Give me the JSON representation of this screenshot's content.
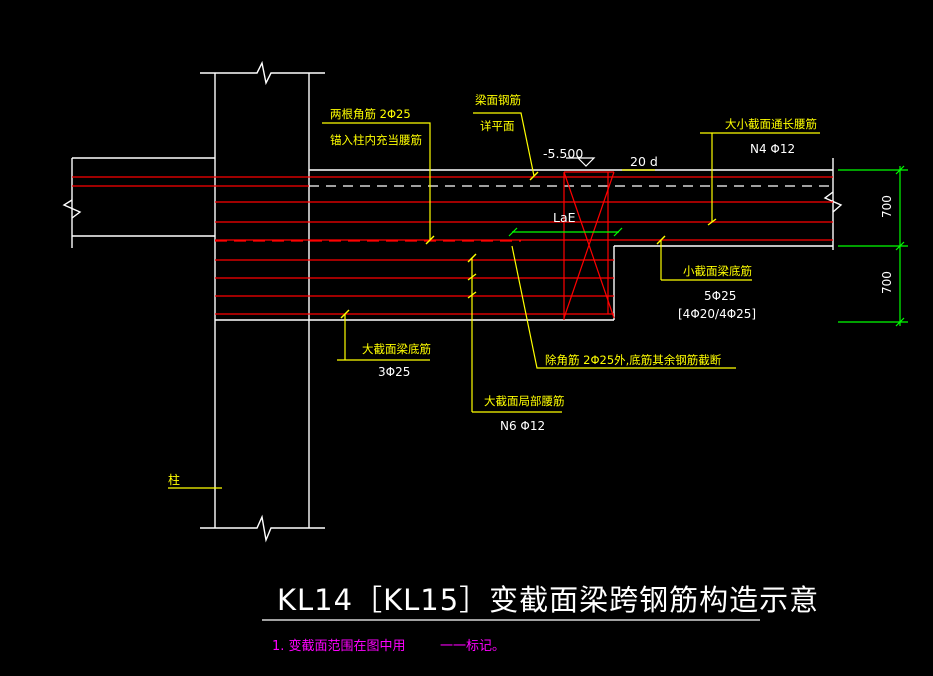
{
  "title": "KL14［KL15］变截面梁跨钢筋构造示意",
  "note": {
    "text": "1. 变截面范围在图中用",
    "suffix": "一一标记。"
  },
  "labels": {
    "two_corner_bars_line1": "两根角筋 2Φ25",
    "two_corner_bars_line2": "锚入柱内充当腰筋",
    "top_bars_line1": "梁面钢筋",
    "top_bars_line2": "详平面",
    "elevation": "-5.500",
    "twenty_d": "20 d",
    "lae": "LaE",
    "web_bars_line1": "大小截面通长腰筋",
    "web_bars_line2": "N4 Φ12",
    "small_bottom_line1": "小截面梁底筋",
    "small_bottom_line2": "5Φ25",
    "small_bottom_line3": "[4Φ20/4Φ25]",
    "large_bottom_line1": "大截面梁底筋",
    "large_bottom_line2": "3Φ25",
    "except_corner": "除角筋 2Φ25外,底筋其余钢筋截断",
    "large_local_line1": "大截面局部腰筋",
    "large_local_line2": "N6 Φ12",
    "column": "柱",
    "dim_upper": "700",
    "dim_lower": "700"
  },
  "colors": {
    "background": "#000000",
    "structure": "#ffff00",
    "outline": "#ffffff",
    "rebar": "#ff0000",
    "dimension": "#00ff00",
    "note": "#ff00ff"
  }
}
